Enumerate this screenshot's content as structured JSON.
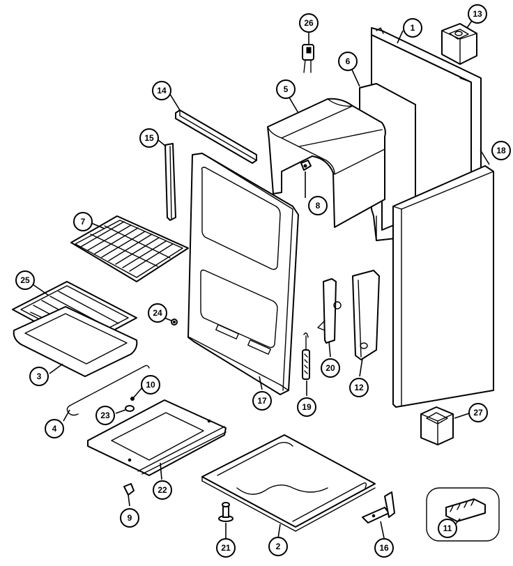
{
  "callouts": [
    {
      "key": "c1",
      "label": "1"
    },
    {
      "key": "c2",
      "label": "2"
    },
    {
      "key": "c3",
      "label": "3"
    },
    {
      "key": "c4",
      "label": "4"
    },
    {
      "key": "c5",
      "label": "5"
    },
    {
      "key": "c6",
      "label": "6"
    },
    {
      "key": "c7",
      "label": "7"
    },
    {
      "key": "c8",
      "label": "8"
    },
    {
      "key": "c9",
      "label": "9"
    },
    {
      "key": "c10",
      "label": "10"
    },
    {
      "key": "c11",
      "label": "11"
    },
    {
      "key": "c12",
      "label": "12"
    },
    {
      "key": "c13",
      "label": "13"
    },
    {
      "key": "c14",
      "label": "14"
    },
    {
      "key": "c15",
      "label": "15"
    },
    {
      "key": "c16",
      "label": "16"
    },
    {
      "key": "c17",
      "label": "17"
    },
    {
      "key": "c18",
      "label": "18"
    },
    {
      "key": "c19",
      "label": "19"
    },
    {
      "key": "c20",
      "label": "20"
    },
    {
      "key": "c21",
      "label": "21"
    },
    {
      "key": "c22",
      "label": "22"
    },
    {
      "key": "c23",
      "label": "23"
    },
    {
      "key": "c24",
      "label": "24"
    },
    {
      "key": "c25",
      "label": "25"
    },
    {
      "key": "c26",
      "label": "26"
    },
    {
      "key": "c27",
      "label": "27"
    }
  ],
  "colors": {
    "line": "#000000",
    "background": "#ffffff"
  }
}
